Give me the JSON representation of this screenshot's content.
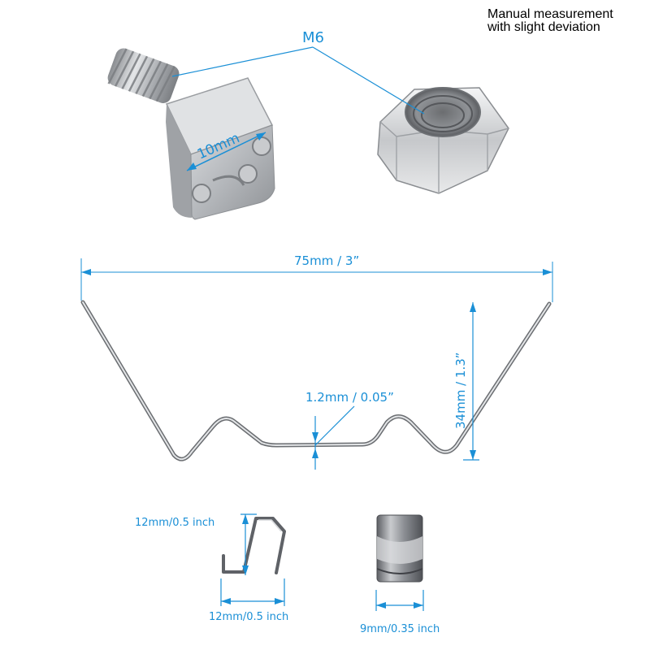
{
  "note": {
    "line1": "Manual measurement",
    "line2": "with slight deviation"
  },
  "labels": {
    "thread": "M6",
    "head_width": "10mm",
    "clip_width": "75mm / 3”",
    "clip_height": "34mm / 1.3”",
    "wire_thickness": "1.2mm / 0.05”",
    "side_height": "12mm/0.5 inch",
    "side_width": "12mm/0.5 inch",
    "clip_depth": "9mm/0.35 inch"
  },
  "colors": {
    "dimension": "#1a8fd6",
    "dimension_text": "#1a8fd6",
    "metal": "#b9bcc0",
    "metal_dark": "#6e7074",
    "metal_light": "#eef0f2"
  }
}
